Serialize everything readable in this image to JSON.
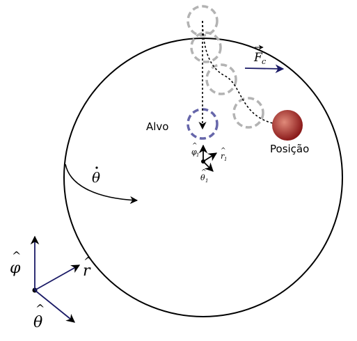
{
  "labels": {
    "target": "Alvo",
    "position": "Posição",
    "force": "F",
    "force_subscript": "c",
    "theta_dot": "θ",
    "phi_hat_small": "φ",
    "phi_small_subscript": "1",
    "r_hat_small": "r",
    "r_small_subscript": "1",
    "theta_hat_small": "θ",
    "theta_small_subscript": "1",
    "phi_hat": "φ",
    "r_hat": "r",
    "theta_hat": "θ"
  },
  "colors": {
    "outline": "#000000",
    "ghost": "#b3b3b3",
    "target_ring": "#6666aa",
    "vector": "#1a1a66",
    "ball_dark": "#8b1a1a",
    "ball_light": "#e08a7a"
  }
}
